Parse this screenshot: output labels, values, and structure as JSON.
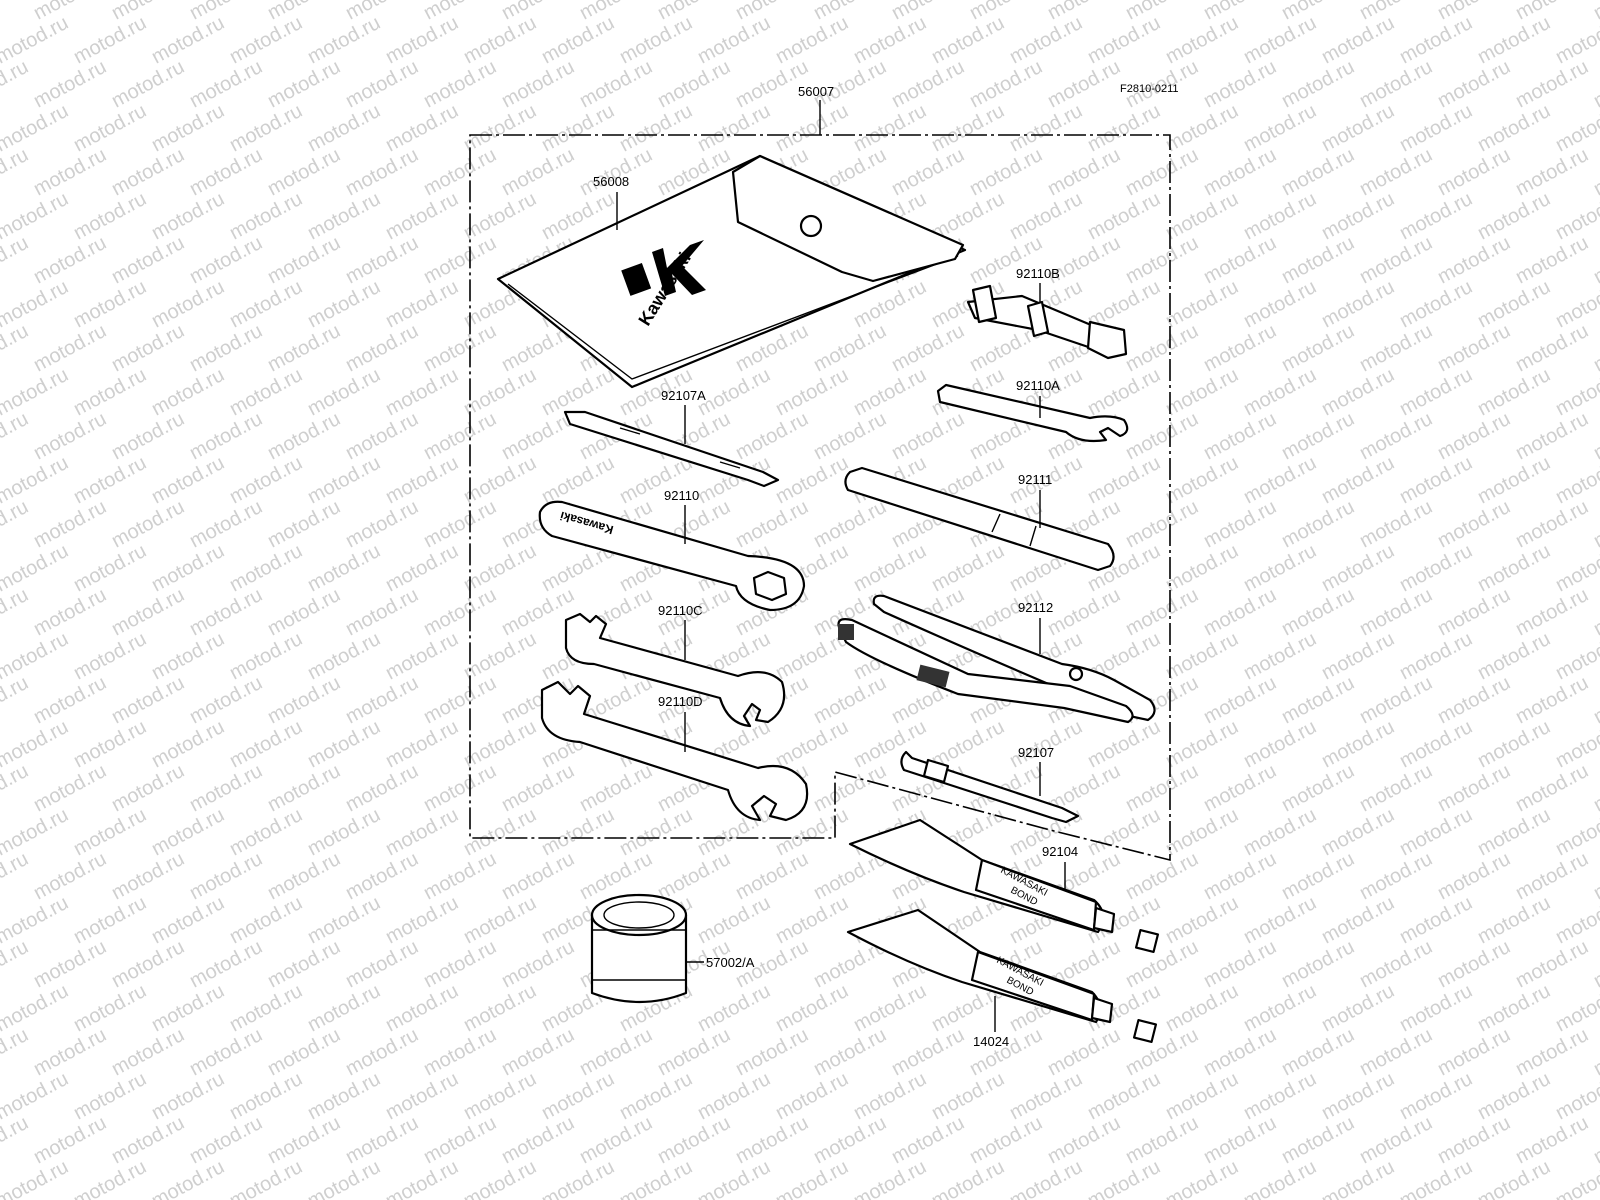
{
  "diagram": {
    "figure_ref": "F2810-0211",
    "watermark": "motod.ru",
    "parts": [
      {
        "id": "kit",
        "number": "56007"
      },
      {
        "id": "pouch",
        "number": "56008",
        "brand": "Kawasaki"
      },
      {
        "id": "plug-wrench",
        "number": "92110B"
      },
      {
        "id": "hook-wrench",
        "number": "92110A"
      },
      {
        "id": "screwdriver-flat",
        "number": "92107A"
      },
      {
        "id": "box-wrench",
        "number": "92110",
        "imprint": "Kawasaki"
      },
      {
        "id": "handle",
        "number": "92111"
      },
      {
        "id": "open-wrench-small",
        "number": "92110C"
      },
      {
        "id": "pliers",
        "number": "92112"
      },
      {
        "id": "open-wrench-large",
        "number": "92110D"
      },
      {
        "id": "screwdriver-phillips",
        "number": "92107"
      },
      {
        "id": "bond-tube-1",
        "number": "92104",
        "print_line1": "KAWASAKI",
        "print_line2": "BOND"
      },
      {
        "id": "grease-can",
        "number": "57002/A"
      },
      {
        "id": "bond-tube-2",
        "number": "14024",
        "print_line1": "KAWASAKI",
        "print_line2": "BOND"
      }
    ]
  }
}
